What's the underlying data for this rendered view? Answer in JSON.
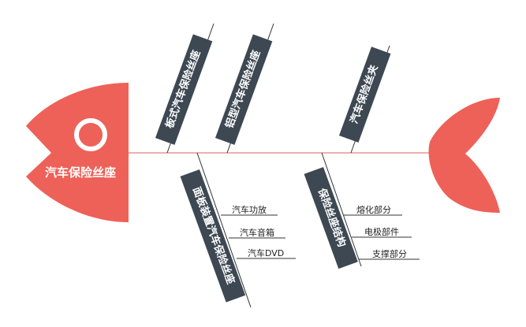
{
  "colors": {
    "accent": "#ee6158",
    "label_bg": "#3d4852",
    "spine": "#d9625a",
    "line": "#333333"
  },
  "head": {
    "title": "汽车保险丝座"
  },
  "top_bones": [
    {
      "label": "板式汽车保险丝座"
    },
    {
      "label": "铝型汽车保险丝座"
    },
    {
      "label": "汽车保险丝夹"
    }
  ],
  "bottom_bones": [
    {
      "label": "面板装置汽车保险丝座",
      "items": [
        "汽车功放",
        "汽车音箱",
        "汽车DVD"
      ]
    },
    {
      "label": "保险丝座结构",
      "items": [
        "熔化部分",
        "电极部件",
        "支撑部分"
      ]
    }
  ]
}
